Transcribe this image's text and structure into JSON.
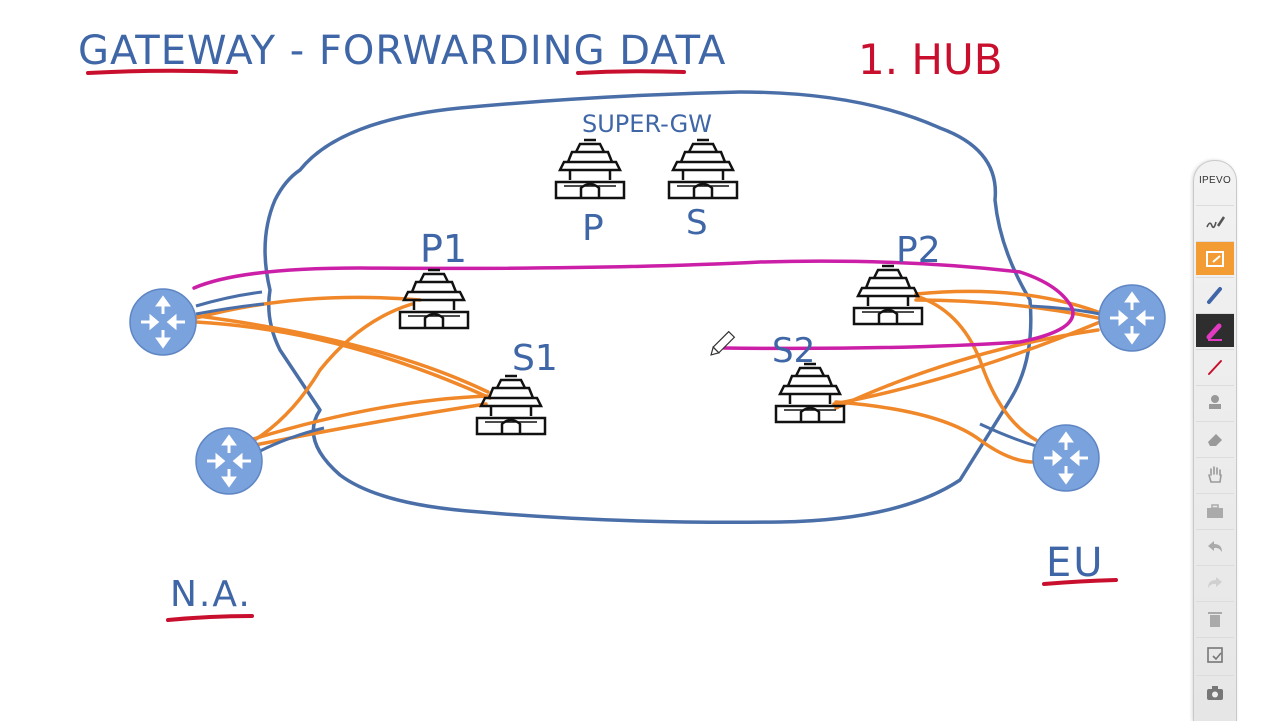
{
  "title": "GATEWAY - FORWARDING DATA",
  "hub_label": "1. HUB",
  "super_gw_label": "SUPER-GW",
  "super_gw_primary": "P",
  "super_gw_secondary": "S",
  "node_p1": "P1",
  "node_p2": "P2",
  "node_s1": "S1",
  "node_s2": "S2",
  "region_left": "N.A.",
  "region_right": "EU",
  "toolbar": {
    "brand": "IPEVO",
    "tools": [
      "sketch-icon",
      "whiteboard-icon",
      "blue-pen-icon",
      "magenta-pen-icon",
      "red-pen-icon",
      "stamp-icon",
      "eraser-icon",
      "hand-icon",
      "toolbox-icon",
      "undo-icon",
      "redo-icon",
      "trash-icon",
      "capture-icon",
      "camera-icon"
    ]
  },
  "colors": {
    "ink_blue": "#3f66a6",
    "ink_red": "#c8102e",
    "link_orange": "#f0882a",
    "link_magenta": "#cc1fa8",
    "router": "#7aa2dc"
  }
}
